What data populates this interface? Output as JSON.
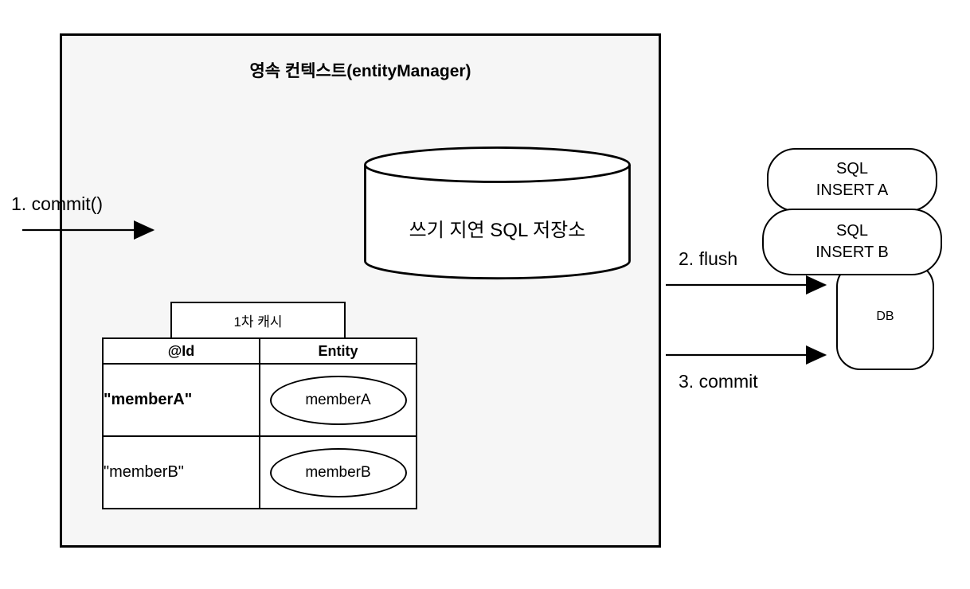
{
  "context": {
    "title": "영속 컨텍스트(entityManager)",
    "write_behind_store_label": "쓰기 지연 SQL 저장소",
    "cache": {
      "title": "1차 캐시",
      "headers": [
        "@Id",
        "Entity"
      ],
      "rows": [
        {
          "id": "\"memberA\"",
          "entity": "memberA"
        },
        {
          "id": "\"memberB\"",
          "entity": "memberB"
        }
      ]
    }
  },
  "steps": {
    "commit_in": "1. commit()",
    "flush": "2. flush",
    "commit_out": "3. commit"
  },
  "sql_queue": [
    {
      "line1": "SQL",
      "line2": "INSERT A"
    },
    {
      "line1": "SQL",
      "line2": "INSERT B"
    }
  ],
  "db_label": "DB",
  "colors": {
    "stroke": "#000000",
    "context_bg": "#f6f6f6",
    "shape_bg": "#ffffff"
  }
}
